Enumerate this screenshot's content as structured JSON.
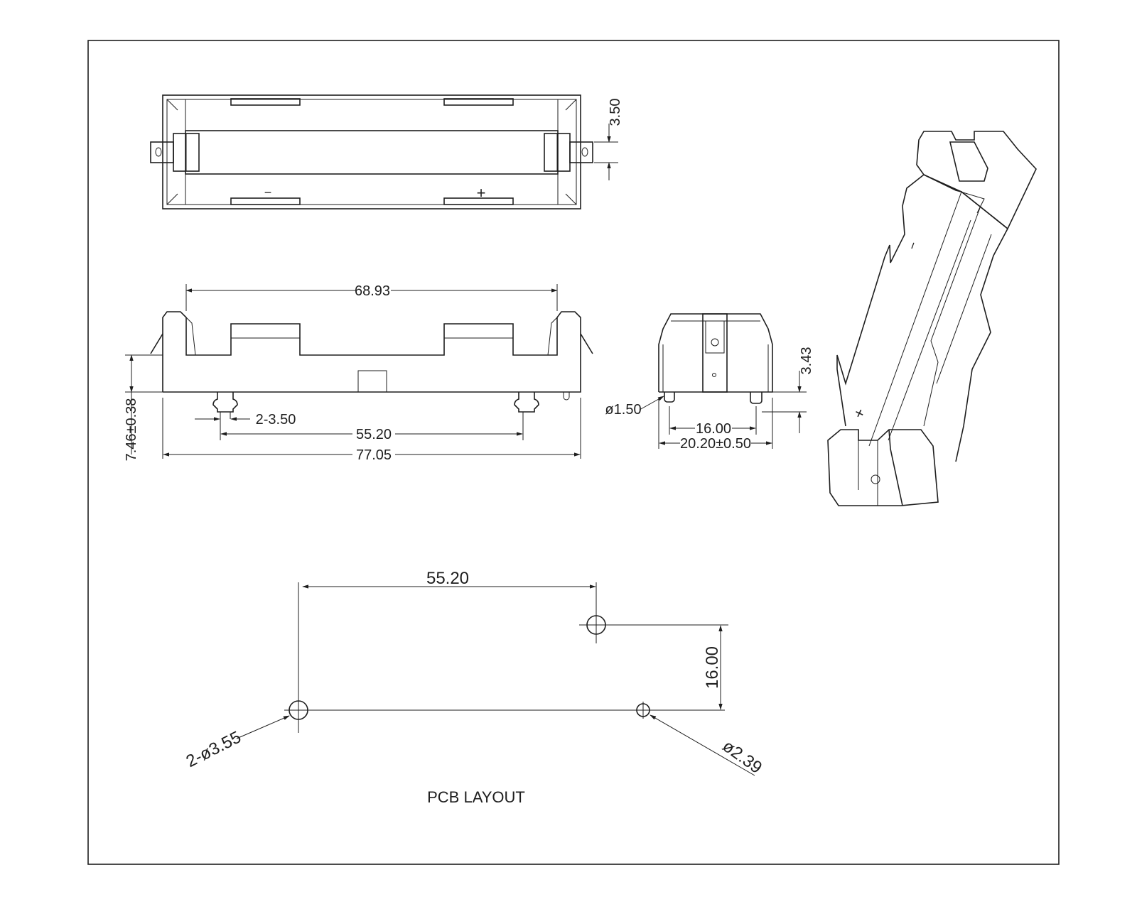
{
  "dimensions": {
    "top_view_height": "3.50",
    "front_span": "68.93",
    "front_height": "7.46±0.38",
    "pin_diameter": "2-3.50",
    "pin_spacing": "55.20",
    "overall_length": "77.05",
    "side_pin_diameter": "ø1.50",
    "side_pin_spacing": "16.00",
    "side_width": "20.20±0.50",
    "side_pin_length": "3.43",
    "pcb_x_spacing": "55.20",
    "pcb_y_spacing": "16.00",
    "pcb_hole_large": "2-ø3.55",
    "pcb_hole_small": "ø2.39"
  },
  "symbols": {
    "negative": "−",
    "positive": "+"
  },
  "pcb_layout_label": "PCB LAYOUT"
}
